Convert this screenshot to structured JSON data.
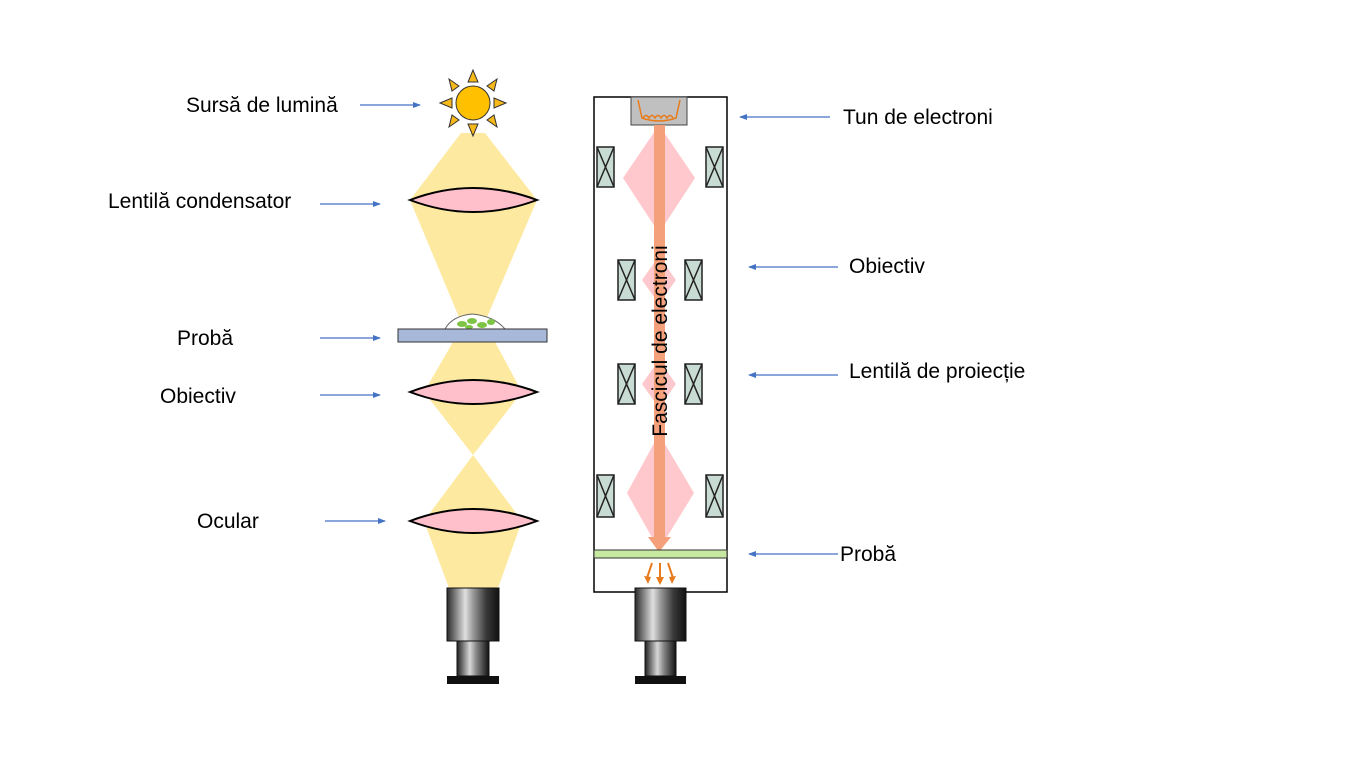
{
  "light_microscope": {
    "labels": {
      "light_source": "Sursă de lumină",
      "condenser_lens": "Lentilă condensator",
      "sample": "Probă",
      "objective": "Obiectiv",
      "eyepiece": "Ocular"
    }
  },
  "electron_microscope": {
    "labels": {
      "electron_gun": "Tun de electroni",
      "objective": "Obiectiv",
      "projection_lens": "Lentilă de proiecție",
      "sample": "Probă"
    },
    "beam_label": "Fascicul de electroni"
  },
  "colors": {
    "light_beam": "#fde9a0",
    "lens_fill": "#ffc0cb",
    "electron_beam": "#f4a07a",
    "electron_cone": "#ffc8cc",
    "arrow": "#4472c4",
    "sample_slide": "#a8b8d8",
    "em_sample": "#c6e8a0",
    "coil": "#c8dcd4"
  }
}
